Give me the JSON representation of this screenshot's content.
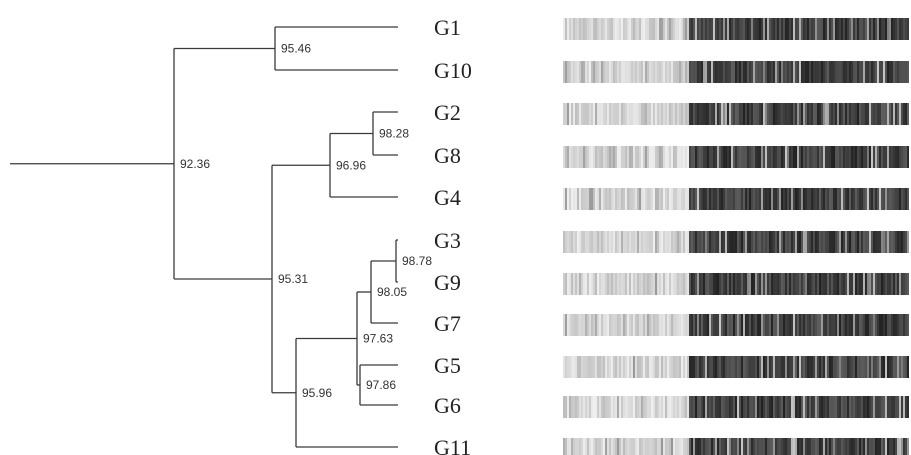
{
  "leaves": [
    "G1",
    "G10",
    "G2",
    "G8",
    "G4",
    "G3",
    "G9",
    "G7",
    "G5",
    "G6",
    "G11"
  ],
  "nodes": [
    {
      "id": "n1",
      "label": "95.46",
      "children": [
        "G1",
        "G10"
      ]
    },
    {
      "id": "n2",
      "label": "98.28",
      "children": [
        "G2",
        "G8"
      ]
    },
    {
      "id": "n3",
      "label": "96.96",
      "children": [
        "n2",
        "G4"
      ]
    },
    {
      "id": "n4",
      "label": "98.78",
      "children": [
        "G3",
        "G9"
      ]
    },
    {
      "id": "n5",
      "label": "98.05",
      "children": [
        "n4",
        "G7"
      ]
    },
    {
      "id": "n6",
      "label": "97.86",
      "children": [
        "G5",
        "G6"
      ]
    },
    {
      "id": "n7",
      "label": "97.63",
      "children": [
        "n5",
        "n6"
      ]
    },
    {
      "id": "n8",
      "label": "95.96",
      "children": [
        "n7",
        "G11"
      ]
    },
    {
      "id": "n9",
      "label": "95.31",
      "children": [
        "n3",
        "n8"
      ]
    },
    {
      "id": "n10",
      "label": "92.36",
      "children": [
        "n1",
        "n9"
      ]
    }
  ],
  "root": "n10",
  "gel_lanes": [
    "G1",
    "G10",
    "G2",
    "G8",
    "G4",
    "G3",
    "G9",
    "G7",
    "G5",
    "G6",
    "G11"
  ],
  "colors": {
    "line": "#3a3a3a",
    "text": "#222222",
    "band_dark": "#2a2a2a",
    "band_light": "#cfcfcf"
  }
}
